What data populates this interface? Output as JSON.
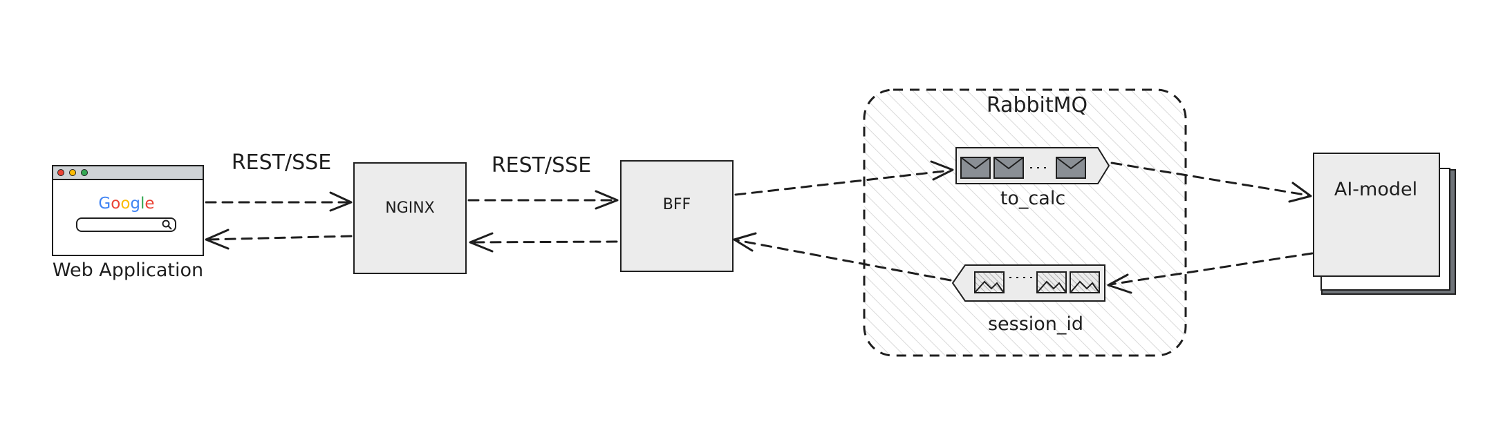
{
  "diagram": {
    "nodes": {
      "web_app": {
        "label": "Web Application",
        "logo_text": "Google"
      },
      "nginx": {
        "label": "NGINX"
      },
      "bff": {
        "label": "BFF"
      },
      "rabbitmq": {
        "label": "RabbitMQ"
      },
      "queue_to_calc": {
        "label": "to_calc"
      },
      "queue_session": {
        "label": "session_id"
      },
      "ai_model": {
        "label": "AI-model"
      }
    },
    "edges": {
      "web_nginx": {
        "label": "REST/SSE"
      },
      "nginx_bff": {
        "label": "REST/SSE"
      }
    },
    "colors": {
      "stroke": "#1e1e1e",
      "box_fill": "#ececec",
      "hatch": "#d9d9d9",
      "queue_msg": "#8a8f95",
      "ai_shadow": "#6f7479",
      "google_blue": "#4285f4",
      "google_red": "#ea4335",
      "google_yellow": "#fbbc05",
      "google_green": "#34a853"
    }
  }
}
